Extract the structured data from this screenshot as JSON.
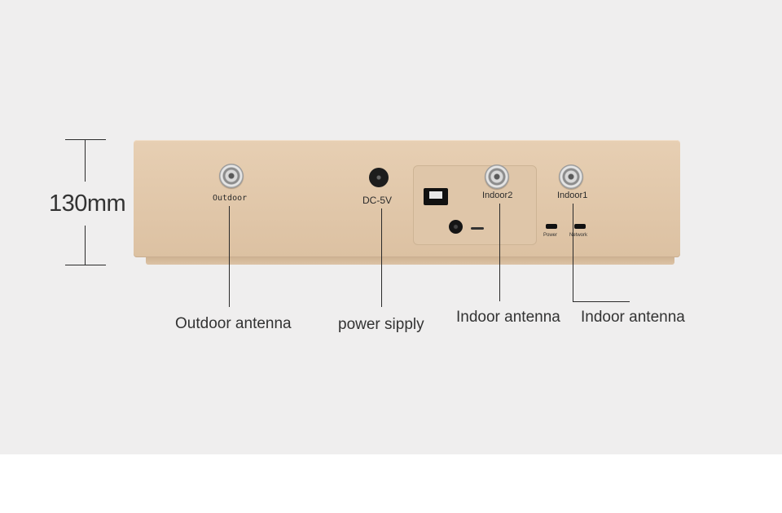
{
  "dimension": {
    "label": "130mm"
  },
  "device": {
    "ports": {
      "outdoor": "Outdoor",
      "dc": "DC-5V",
      "indoor2": "Indoor2",
      "indoor1": "Indoor1"
    },
    "leds": {
      "power": "Power",
      "network": "Network"
    }
  },
  "callouts": {
    "outdoor_antenna": "Outdoor antenna",
    "power_supply": "power sipply",
    "indoor_antenna_2": "Indoor antenna",
    "indoor_antenna_1": "Indoor antenna"
  },
  "colors": {
    "background": "#efeeee",
    "device_body": "#e2c9ab"
  }
}
